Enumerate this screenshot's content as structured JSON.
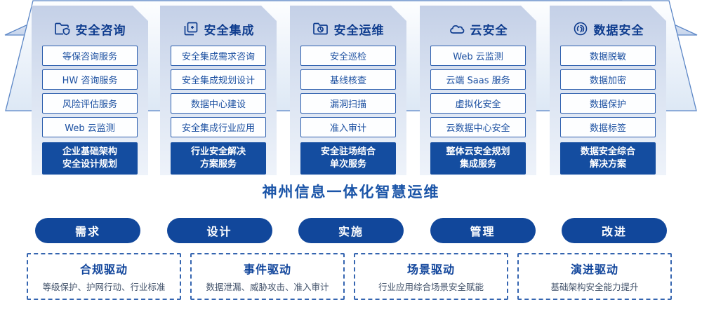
{
  "colors": {
    "primary_blue": "#144da0",
    "border_blue": "#2d5fae",
    "navy_text": "#0e3c8e",
    "banner_text": "#1b55a8",
    "column_gradient_top": "#c4d0e7",
    "column_gradient_bottom": "#eef3fa"
  },
  "columns": [
    {
      "icon": "folder-shield-icon",
      "title": "安全咨询",
      "items": [
        "等保咨询服务",
        "HW 咨询服务",
        "风险评估服务",
        "Web 云监测"
      ],
      "footer": [
        "企业基础架构",
        "安全设计规划"
      ]
    },
    {
      "icon": "copy-documents-icon",
      "title": "安全集成",
      "items": [
        "安全集成需求咨询",
        "安全集成规划设计",
        "数据中心建设",
        "安全集成行业应用"
      ],
      "footer": [
        "行业安全解决",
        "方案服务"
      ]
    },
    {
      "icon": "folder-pie-chart-icon",
      "title": "安全运维",
      "items": [
        "安全巡检",
        "基线核查",
        "漏洞扫描",
        "准入审计"
      ],
      "footer": [
        "安全驻场结合",
        "单次服务"
      ]
    },
    {
      "icon": "cloud-icon",
      "title": "云安全",
      "items": [
        "Web 云监测",
        "云端 Saas 服务",
        "虚拟化安全",
        "云数据中心安全"
      ],
      "footer": [
        "整体云安全规划",
        "集成服务"
      ]
    },
    {
      "icon": "fingerprint-icon",
      "title": "数据安全",
      "items": [
        "数据脱敏",
        "数据加密",
        "数据保护",
        "数据标签"
      ],
      "footer": [
        "数据安全综合",
        "解决方案"
      ]
    }
  ],
  "banner": {
    "title": "神州信息一体化智慧运维"
  },
  "pills": [
    "需求",
    "设计",
    "实施",
    "管理",
    "改进"
  ],
  "drivers": [
    {
      "title": "合规驱动",
      "subtitle": "等级保护、护网行动、行业标准"
    },
    {
      "title": "事件驱动",
      "subtitle": "数据泄漏、威胁攻击、准入审计"
    },
    {
      "title": "场景驱动",
      "subtitle": "行业应用综合场景安全赋能"
    },
    {
      "title": "演进驱动",
      "subtitle": "基础架构安全能力提升"
    }
  ]
}
